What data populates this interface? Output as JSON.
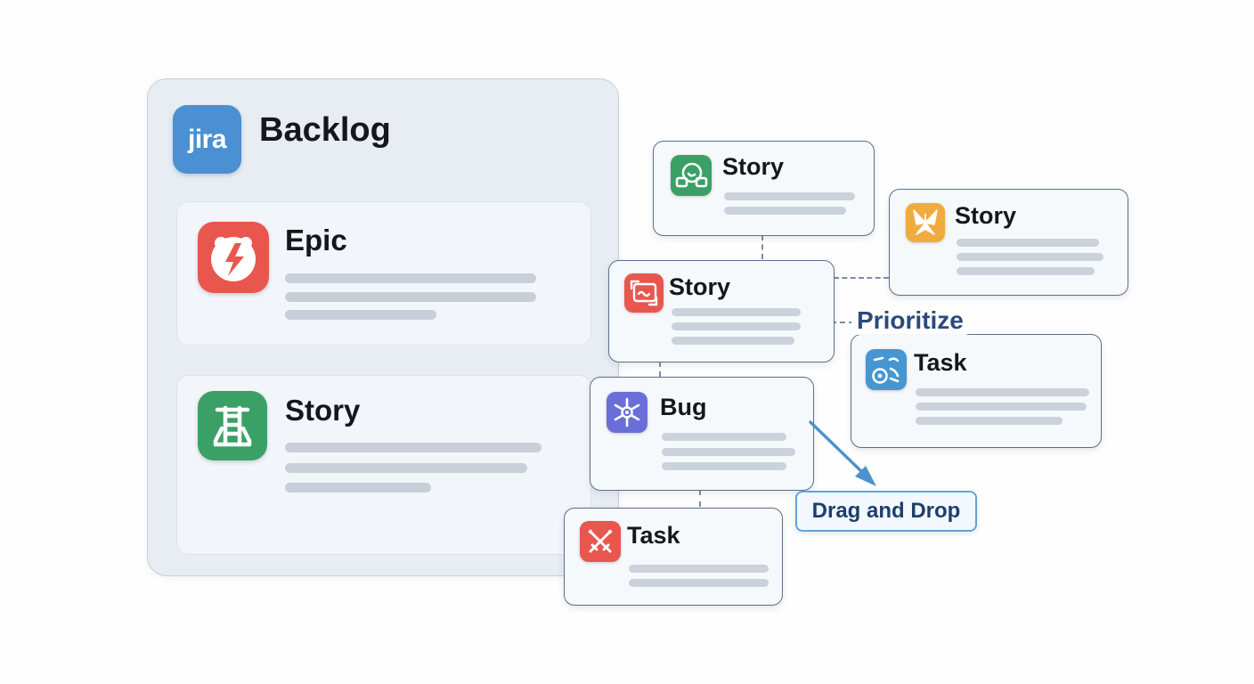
{
  "panel": {
    "logo": {
      "text": "jira",
      "color": "#4a90d2"
    },
    "title": "Backlog",
    "items": [
      {
        "title": "Epic",
        "icon": "epic-icon",
        "color": "#e8564e"
      },
      {
        "title": "Story",
        "icon": "story-ladder-icon",
        "color": "#3aa066"
      }
    ]
  },
  "cards": {
    "story_top": {
      "title": "Story",
      "icon": "story-release-icon",
      "color": "#3aa066"
    },
    "story_right": {
      "title": "Story",
      "icon": "story-butterfly-icon",
      "color": "#f0ab3e"
    },
    "story_mid": {
      "title": "Story",
      "icon": "story-code-icon",
      "color": "#e8564e"
    },
    "bug": {
      "title": "Bug",
      "icon": "bug-icon",
      "color": "#6a6ed8"
    },
    "task_right": {
      "title": "Task",
      "icon": "task-gear-icon",
      "color": "#4596d2"
    },
    "task_bottom": {
      "title": "Task",
      "icon": "task-crossed-icon",
      "color": "#e8564e"
    }
  },
  "labels": {
    "prioritize": "Prioritize",
    "drag_and_drop": "Drag and Drop"
  },
  "colors": {
    "panel_bg": "#e8edf3",
    "card_border": "#5d6f88",
    "connector": "#7d8ca3",
    "arrow": "#4b93cc",
    "annotation_text": "#2c4a7c",
    "drag_drop_border": "#66a3d6"
  }
}
